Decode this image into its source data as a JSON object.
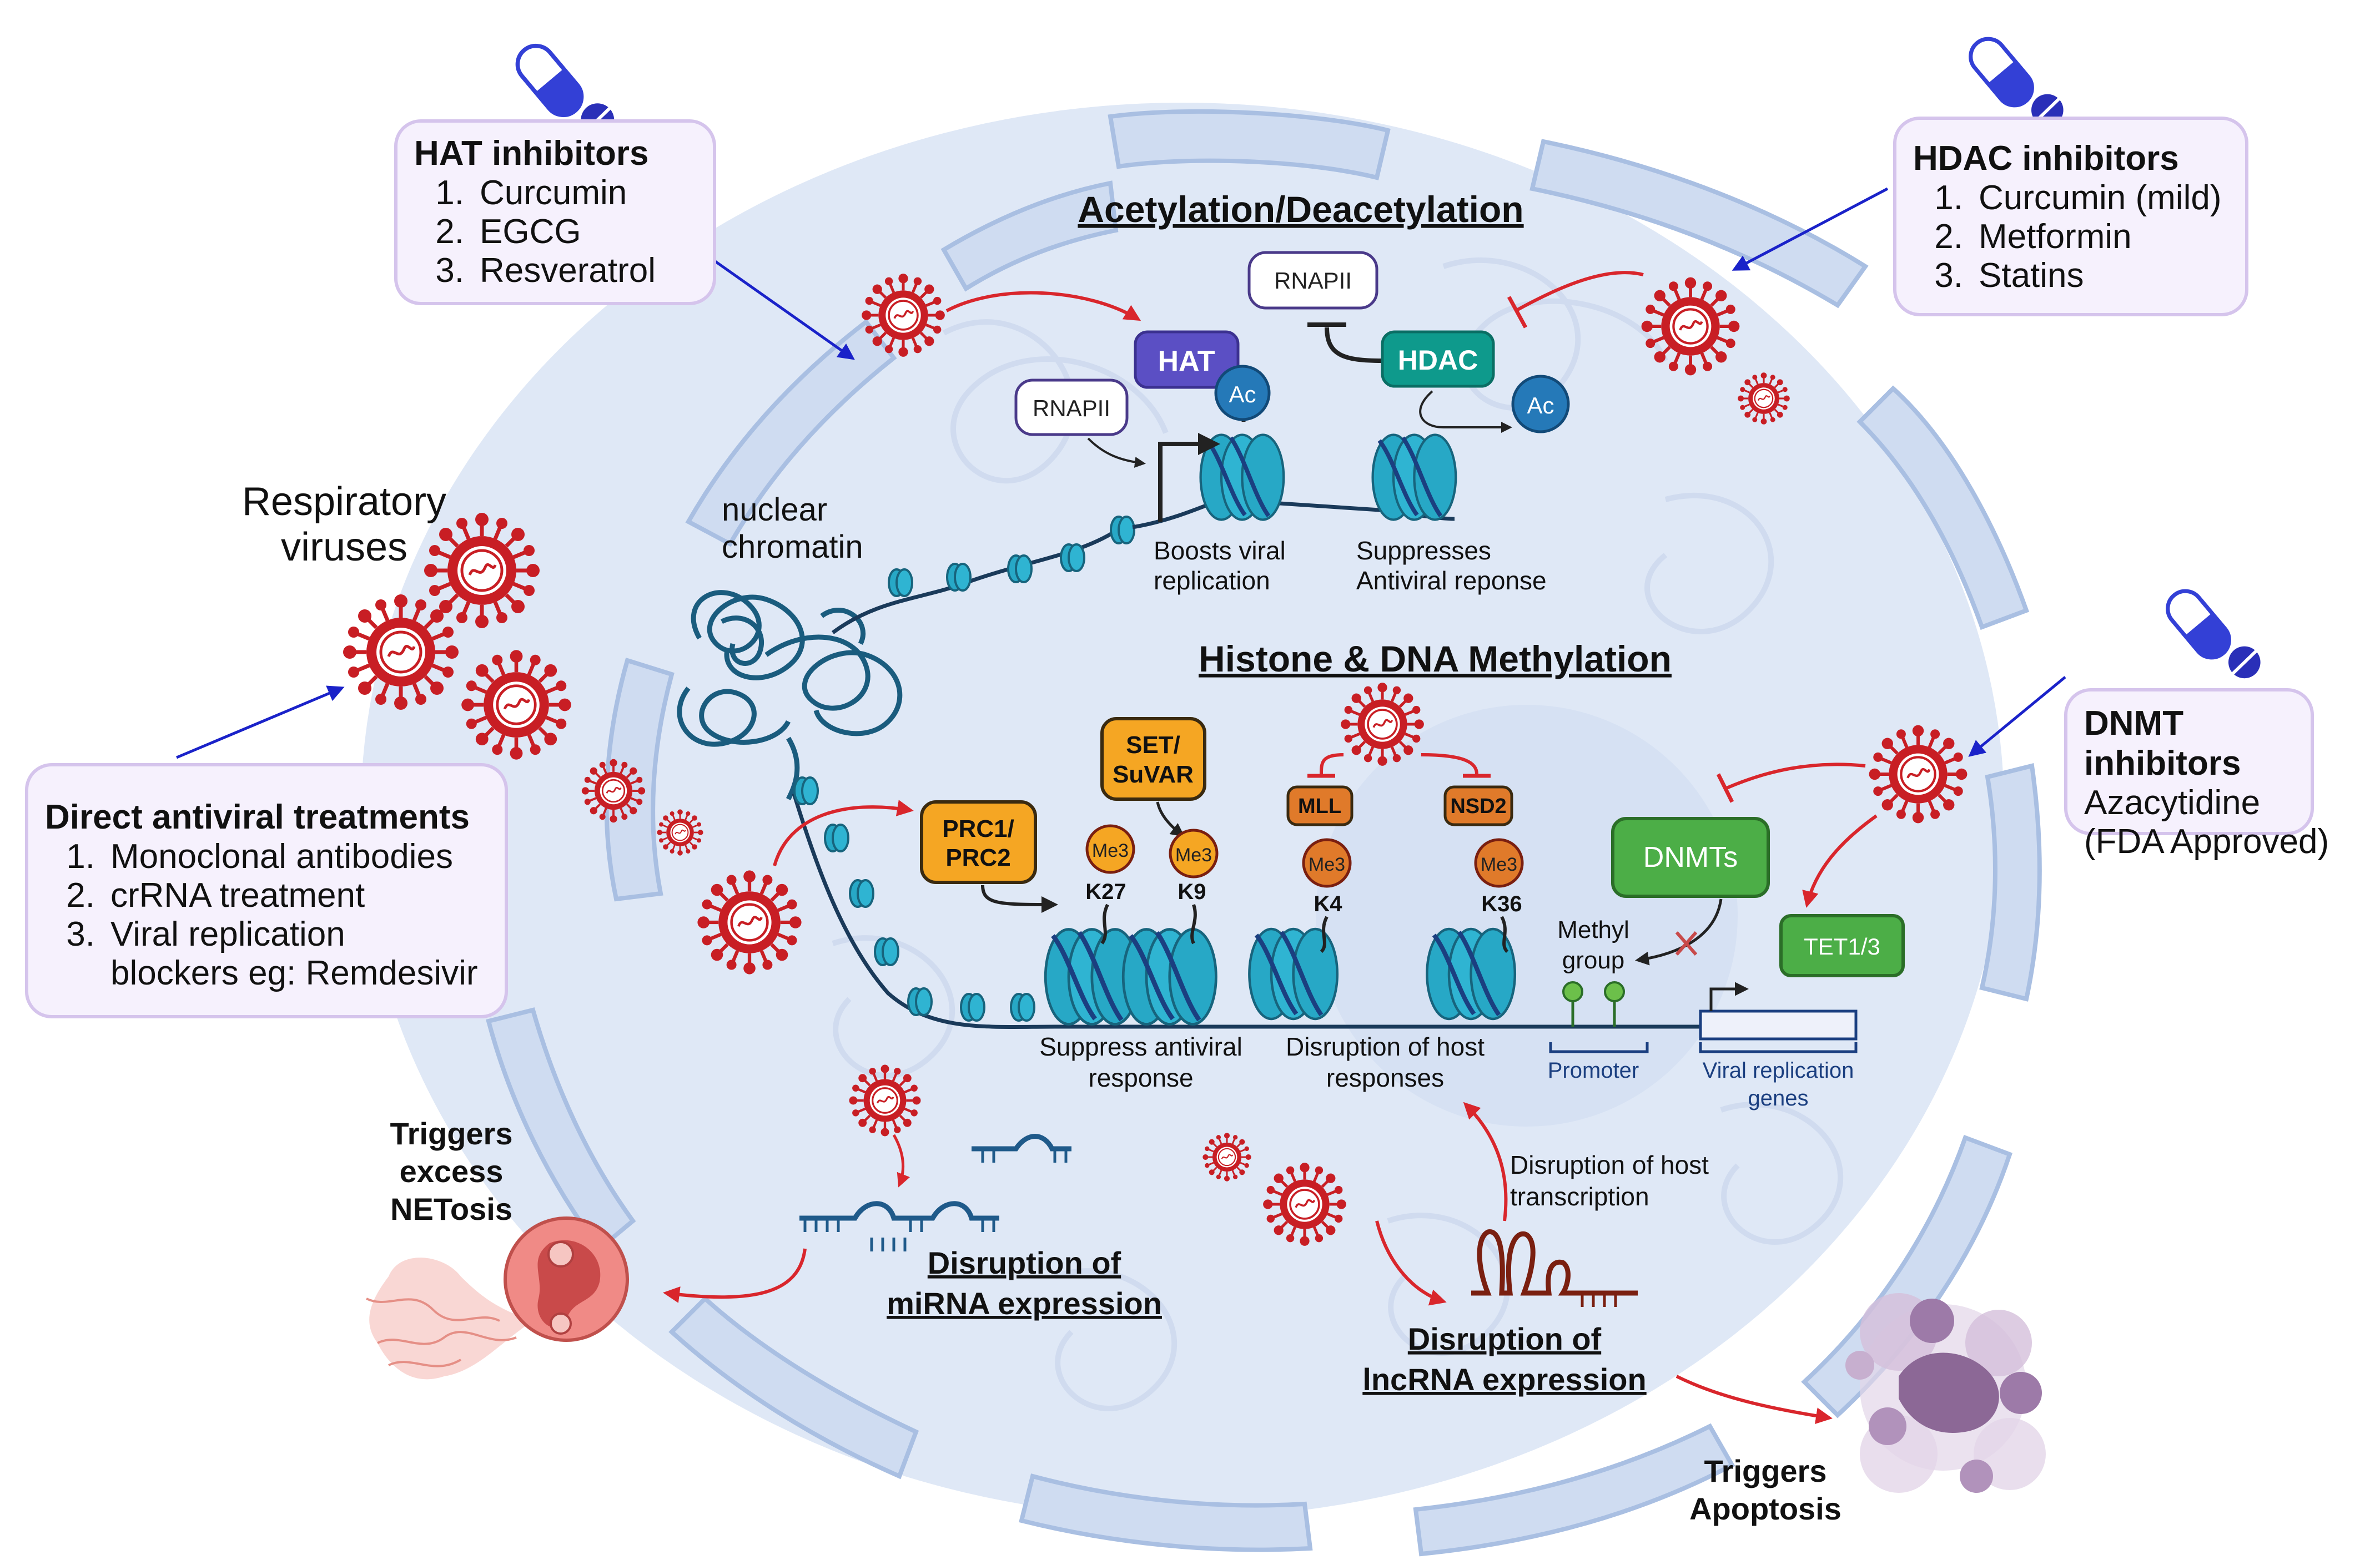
{
  "title_acetylation": "Acetylation/Deacetylation",
  "title_methylation": "Histone & DNA Methylation",
  "respiratory_viruses": [
    "Respiratory",
    "viruses"
  ],
  "nuclear_chromatin": [
    "nuclear",
    "chromatin"
  ],
  "hat_box": {
    "title": "HAT inhibitors",
    "items": [
      {
        "num": "1.",
        "text": "Curcumin"
      },
      {
        "num": "2.",
        "text": "EGCG"
      },
      {
        "num": "3.",
        "text": "Resveratrol"
      }
    ]
  },
  "hdac_box": {
    "title": "HDAC inhibitors",
    "items": [
      {
        "num": "1.",
        "text": "Curcumin (mild)"
      },
      {
        "num": "2.",
        "text": "Metformin"
      },
      {
        "num": "3.",
        "text": "Statins"
      }
    ]
  },
  "dnmt_box": {
    "title": "DNMT inhibitors",
    "lines": [
      "Azacytidine",
      "(FDA Approved)"
    ]
  },
  "antiviral_box": {
    "title": "Direct antiviral treatments",
    "items": [
      {
        "num": "1.",
        "text": "Monoclonal antibodies"
      },
      {
        "num": "2.",
        "text": "crRNA treatment"
      },
      {
        "num": "3.",
        "text": "Viral replication"
      }
    ],
    "continuation": "blockers eg: Remdesivir"
  },
  "labels": {
    "hat": "HAT",
    "hdac": "HDAC",
    "rnapii": "RNAPII",
    "ac": "Ac",
    "prc": [
      "PRC1/",
      "PRC2"
    ],
    "set_suvar": [
      "SET/",
      "SuVAR"
    ],
    "mll": "MLL",
    "nsd2": "NSD2",
    "me3": "Me3",
    "k27": "K27",
    "k9": "K9",
    "k4": "K4",
    "k36": "K36",
    "dnmts": "DNMTs",
    "tet": "TET1/3",
    "methyl_group": [
      "Methyl",
      "group"
    ],
    "promoter": "Promoter",
    "viral_genes": [
      "Viral replication",
      "genes"
    ],
    "boosts": [
      "Boosts viral",
      "replication"
    ],
    "suppresses": [
      "Suppresses",
      "Antiviral reponse"
    ],
    "suppress_antiviral": [
      "Suppress antiviral",
      "response"
    ],
    "disruption_host": [
      "Disruption of host",
      "responses"
    ],
    "disruption_transcription": [
      "Disruption of host",
      "transcription"
    ],
    "mirna": [
      "Disruption of ",
      "miRNA expression"
    ],
    "lncrna": [
      "Disruption of ",
      "lncRNA expression"
    ],
    "netosis": [
      "Triggers",
      "excess",
      "NETosis"
    ],
    "apoptosis": [
      "Triggers",
      "Apoptosis"
    ]
  },
  "colors": {
    "cell_fill": "#dfe8f6",
    "cell_border": "#c5d6ee",
    "virus": "#c81e24",
    "nucleosome": "#27a8c6",
    "hat_purple": "#5b4fc4",
    "hdac_teal": "#0e9a8c",
    "prc_orange": "#f5a623",
    "dnmt_green": "#4cae47",
    "arrow_blue": "#1a22c9",
    "arrow_red": "#d9262c"
  }
}
